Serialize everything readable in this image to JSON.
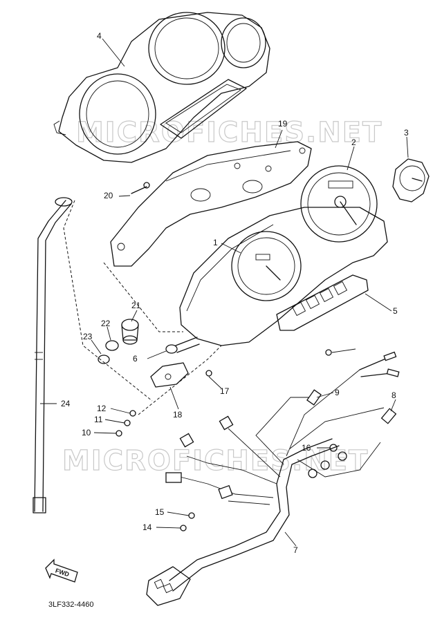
{
  "watermarks": [
    "MICROFICHES.NET",
    "MICROFICHES.NET"
  ],
  "callouts": {
    "p1": "1",
    "p2": "2",
    "p3": "3",
    "p4": "4",
    "p5": "5",
    "p6": "6",
    "p7": "7",
    "p8": "8",
    "p9": "9",
    "p10": "10",
    "p11": "11",
    "p12": "12",
    "p14": "14",
    "p15": "15",
    "p16": "16",
    "p17": "17",
    "p18": "18",
    "p19": "19",
    "p20": "20",
    "p21": "21",
    "p22": "22",
    "p23": "23",
    "p24": "24"
  },
  "fwd_label": "FWD",
  "drawing_code": "3LF332-4460"
}
